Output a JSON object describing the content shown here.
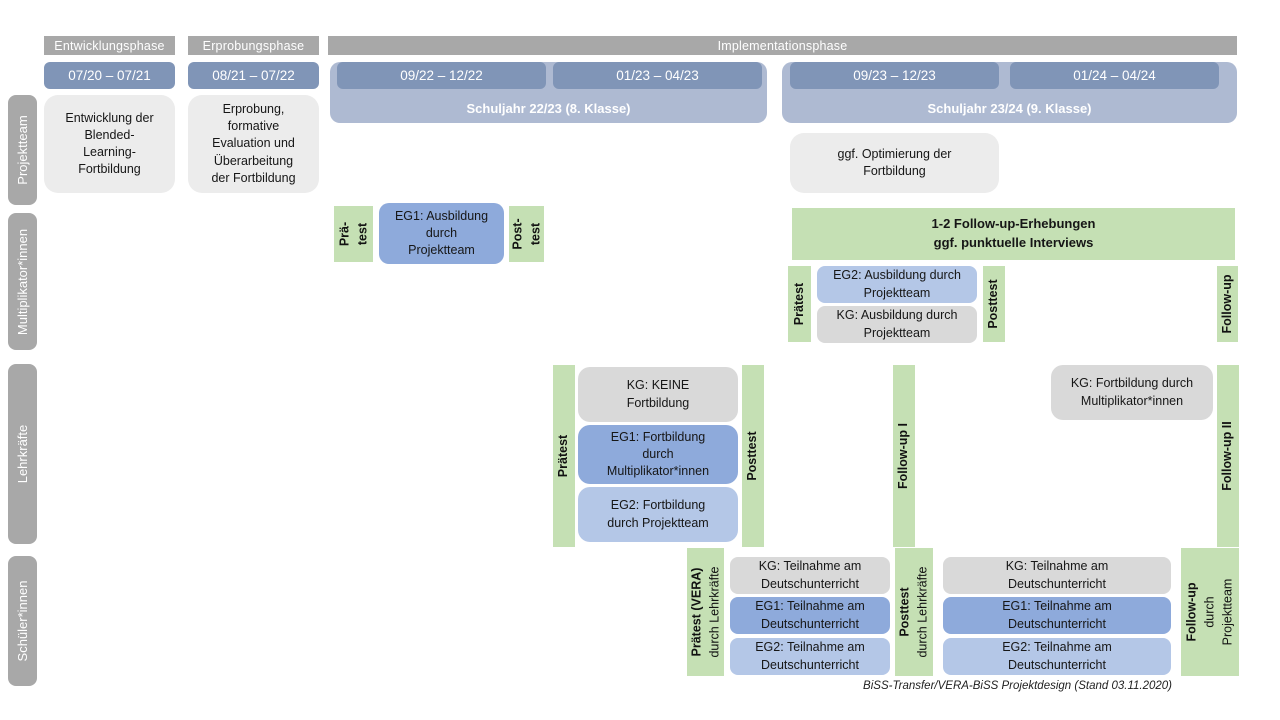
{
  "title": "BiSS-Transfer/VERA-BiSS Projektdesign",
  "colors": {
    "phase_bar_gray": "#a8a8a8",
    "date_bar_blue": "#8095b7",
    "schoolyear_band_blue": "#aebad2",
    "green_assessment": "#c5e0b4",
    "eg1_blue_medium": "#8eaadb",
    "eg2_blue_light": "#b4c7e7",
    "kg_gray": "#d9d9d9",
    "project_box_gray": "#ececec"
  },
  "header": {
    "phases": [
      "Entwicklungsphase",
      "Erprobungsphase",
      "Implementationsphase"
    ],
    "dates": [
      "07/20 – 07/21",
      "08/21 – 07/22",
      "09/22 – 12/22",
      "01/23 – 04/23",
      "09/23 – 12/23",
      "01/24 – 04/24"
    ],
    "school_years": [
      "Schuljahr 22/23 (8. Klasse)",
      "Schuljahr 23/24 (9. Klasse)"
    ]
  },
  "row_labels": [
    "Projektteam",
    "Multiplikator*innen",
    "Lehrkräfte",
    "Schüler*innen"
  ],
  "projektteam": {
    "entwicklung": "Entwicklung der\nBlended-\nLearning-\nFortbildung",
    "erprobung": "Erprobung,\nformative\nEvaluation und\nÜberarbeitung\nder Fortbildung",
    "optimierung": "ggf. Optimierung der\nFortbildung"
  },
  "multiplikatoren": {
    "praetest1": {
      "line1": "Prä-",
      "line2": "test"
    },
    "eg1": "EG1: Ausbildung\ndurch\nProjektteam",
    "posttest1": {
      "line1": "Post-",
      "line2": "test"
    },
    "followup_info": "1-2 Follow-up-Erhebungen\nggf. punktuelle Interviews",
    "praetest2": {
      "line1": "Prätest"
    },
    "eg2": "EG2: Ausbildung durch\nProjektteam",
    "kg": "KG: Ausbildung durch\nProjektteam",
    "posttest2": {
      "line1": "Posttest"
    },
    "followup": {
      "line1": "Follow-up"
    }
  },
  "lehrkraefte": {
    "praetest": {
      "line1": "Prätest"
    },
    "kg": "KG: KEINE\nFortbildung",
    "eg1": "EG1: Fortbildung\ndurch\nMultiplikator*innen",
    "eg2": "EG2: Fortbildung\ndurch Projektteam",
    "posttest": {
      "line1": "Posttest"
    },
    "followup1": {
      "line1": "Follow-up I"
    },
    "kg_followup": "KG: Fortbildung durch\nMultiplikator*innen",
    "followup2": {
      "line1": "Follow-up II"
    }
  },
  "schueler": {
    "praetest": {
      "line1": "Prätest (VERA)",
      "line2": "durch Lehrkräfte"
    },
    "kg1": "KG: Teilnahme am\nDeutschunterricht",
    "eg1a": "EG1: Teilnahme am\nDeutschunterricht",
    "eg2a": "EG2: Teilnahme am\nDeutschunterricht",
    "posttest": {
      "line1": "Posttest",
      "line2": "durch Lehrkräfte"
    },
    "kg2": "KG: Teilnahme am\nDeutschunterricht",
    "eg1b": "EG1: Teilnahme am\nDeutschunterricht",
    "eg2b": "EG2: Teilnahme am\nDeutschunterricht",
    "followup": {
      "line1": "Follow-up",
      "line2": "durch",
      "line3": "Projektteam"
    }
  },
  "footer": "BiSS-Transfer/VERA-BiSS Projektdesign (Stand 03.11.2020)"
}
